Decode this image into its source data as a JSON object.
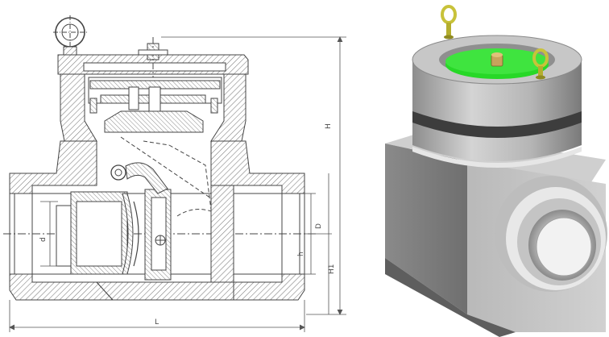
{
  "drawing": {
    "dimensions": {
      "overall_height": "H",
      "port_diameter_left": "D",
      "height_lower": "H1",
      "bore_diameter": "d",
      "face_offset": "h",
      "overall_length": "L"
    }
  },
  "colors": {
    "section_hatch": "#777777",
    "line": "#444444",
    "body_gray": "#a9a9a9",
    "cover_green": "#27d827",
    "eyebolt_yellow": "#c8c23a",
    "nut_gold": "#c9a35c"
  },
  "icons": {
    "eyebolt": "eyebolt-icon"
  }
}
